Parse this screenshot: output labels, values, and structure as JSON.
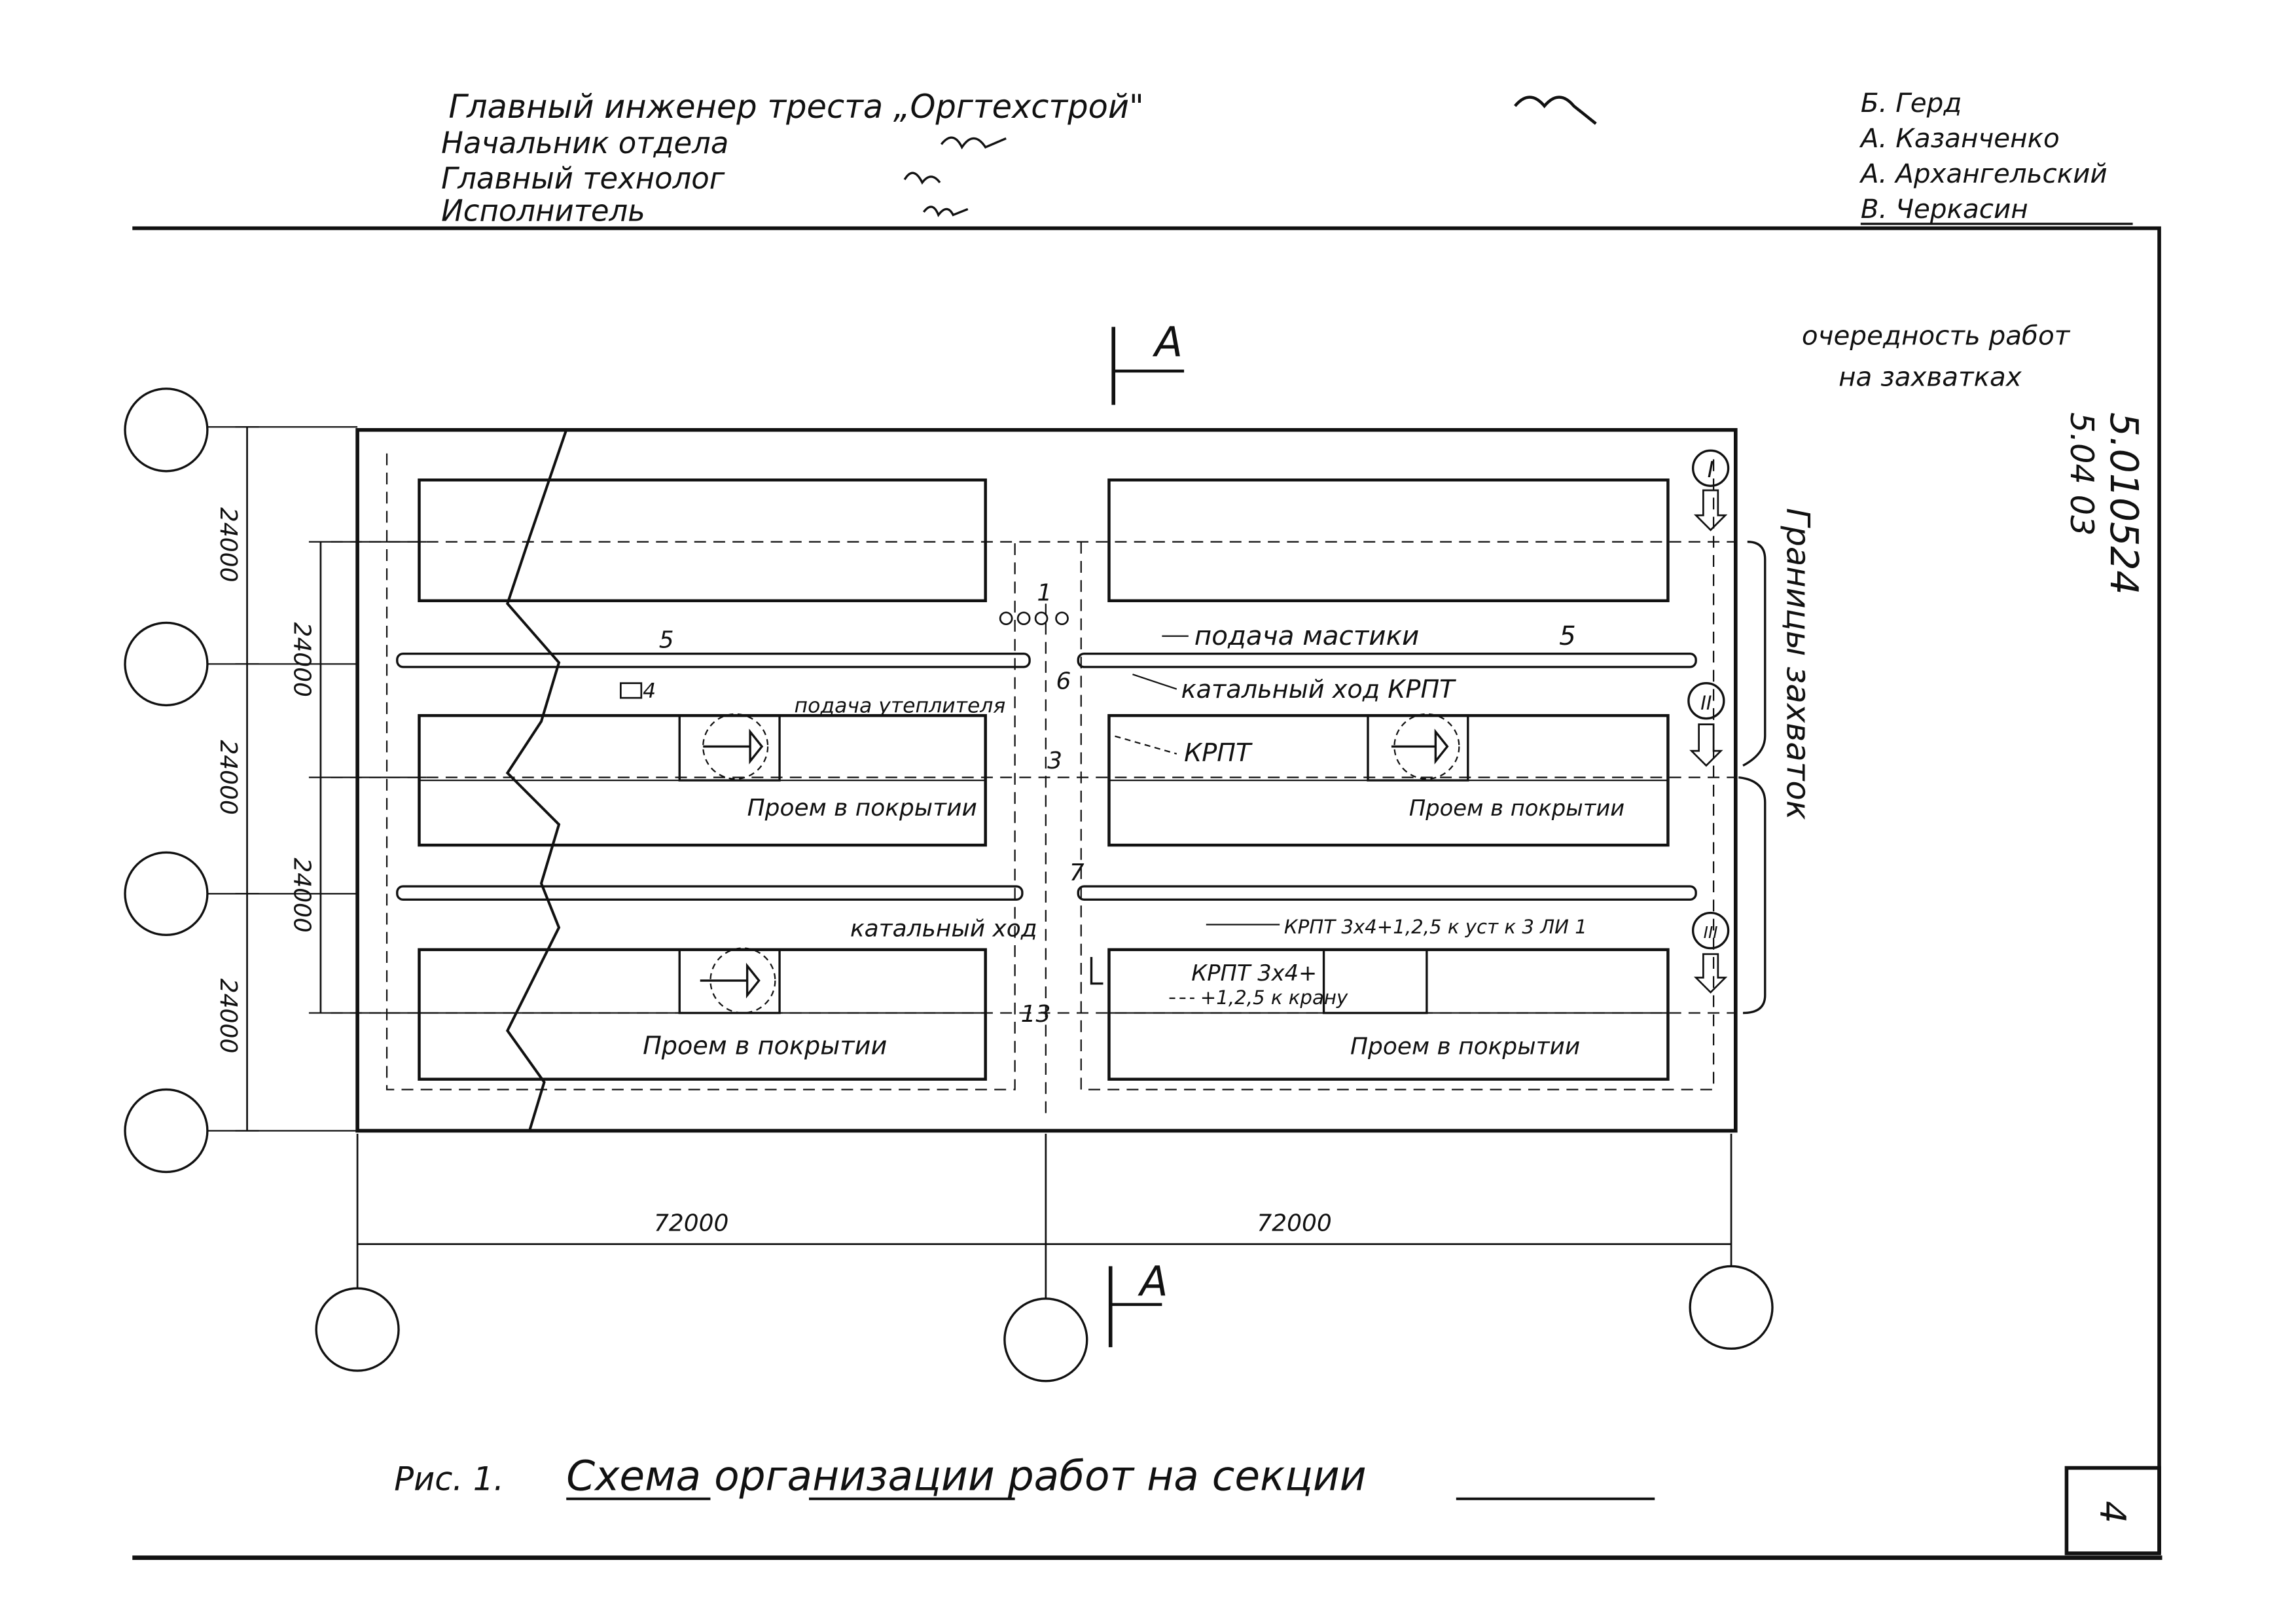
{
  "title_block": {
    "left": {
      "line1": "Главный инженер треста „Оргтехстрой\"",
      "line2": "Начальник отдела",
      "line3": "Главный технолог",
      "line4": "Исполнитель"
    },
    "right": {
      "line1": "Б. Герд",
      "line2": "А. Казанченко",
      "line3": "А. Архангельский",
      "line4": "В. Черкасин"
    }
  },
  "doc_number": {
    "line1": "5.010524",
    "line2": "5.04 03"
  },
  "queue_note": {
    "line1": "очередность работ",
    "line2": "на захватках"
  },
  "section_mark": "A",
  "dimensions": {
    "left_outer": [
      "24000",
      "24000",
      "24000"
    ],
    "left_inner": [
      "24000",
      "24000"
    ],
    "bottom": [
      "72000",
      "72000"
    ]
  },
  "labels": {
    "mastic_feed": "подача мастики",
    "mastic_num": "5",
    "insul_feed": "подача утеплителя",
    "rolling_path_krpt": "катальный ход КРПТ",
    "krpt": "КРПТ",
    "opening_tl": "Проем в покрытии",
    "opening_tr": "Проем в покрытии",
    "opening_bl": "Проем в покрытии",
    "opening_br": "Проем в покрытии",
    "rolling_path": "катальный ход",
    "krpt_spec1": "КРПТ 3х4+1,2,5 к уст к 3 ЛИ 1",
    "krpt_spec2_a": "КРПТ 3х4+",
    "krpt_spec2_b": "+1,2,5 к крану",
    "capture_bounds": "Границы захваток",
    "n1": "1",
    "n3": "3",
    "n4": "4",
    "n5": "5",
    "n6": "6",
    "n7": "7",
    "n13": "13",
    "queue_I": "I",
    "queue_II": "II",
    "queue_III": "III"
  },
  "caption": {
    "prefix": "Рис. 1.",
    "text": "Схема организации работ на секции"
  },
  "sheet_number": "4"
}
